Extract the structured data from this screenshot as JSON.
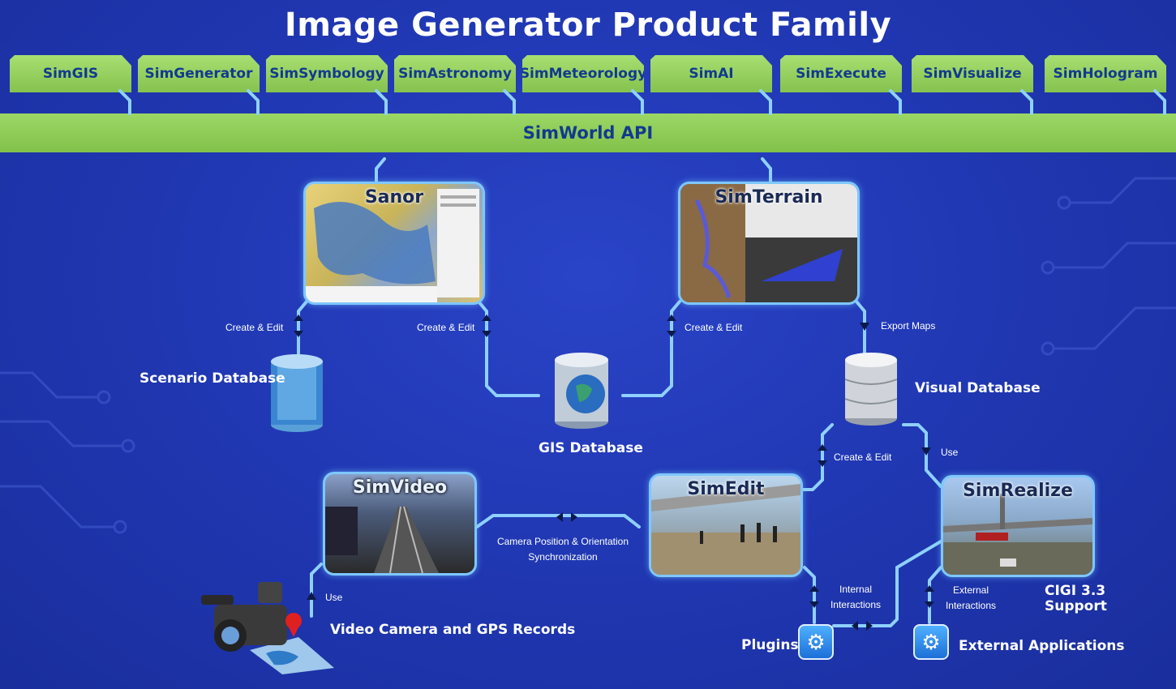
{
  "title": "Image Generator Product Family",
  "tabs": [
    "SimGIS",
    "SimGenerator",
    "SimSymbology",
    "SimAstronomy",
    "SimMeteorology",
    "SimAI",
    "SimExecute",
    "SimVisualize",
    "SimHologram"
  ],
  "api_label": "SimWorld API",
  "panels": {
    "sanor": "Sanor",
    "simterrain": "SimTerrain",
    "simvideo": "SimVideo",
    "simedit": "SimEdit",
    "simrealize": "SimRealize"
  },
  "databases": {
    "scenario": "Scenario Database",
    "gis": "GIS Database",
    "visual": "Visual Database"
  },
  "labels": {
    "create_edit_1": "Create & Edit",
    "create_edit_2": "Create & Edit",
    "create_edit_3": "Create & Edit",
    "create_edit_4": "Create & Edit",
    "export_maps": "Export Maps",
    "use_1": "Use",
    "use_2": "Use",
    "sync_line1": "Camera Position & Orientation",
    "sync_line2": "Synchronization",
    "internal_1": "Internal",
    "internal_2": "Interactions",
    "external_1": "External",
    "external_2": "Interactions",
    "cigi_1": "CIGI 3.3",
    "cigi_2": "Support"
  },
  "bottom": {
    "video_records": "Video Camera and GPS Records",
    "plugins": "Plugins",
    "external_apps": "External Applications"
  },
  "colors": {
    "background": "#1f36b0",
    "tab_green": "#8fcf58",
    "wire": "#7ec7ff",
    "tab_text": "#123a8f"
  }
}
